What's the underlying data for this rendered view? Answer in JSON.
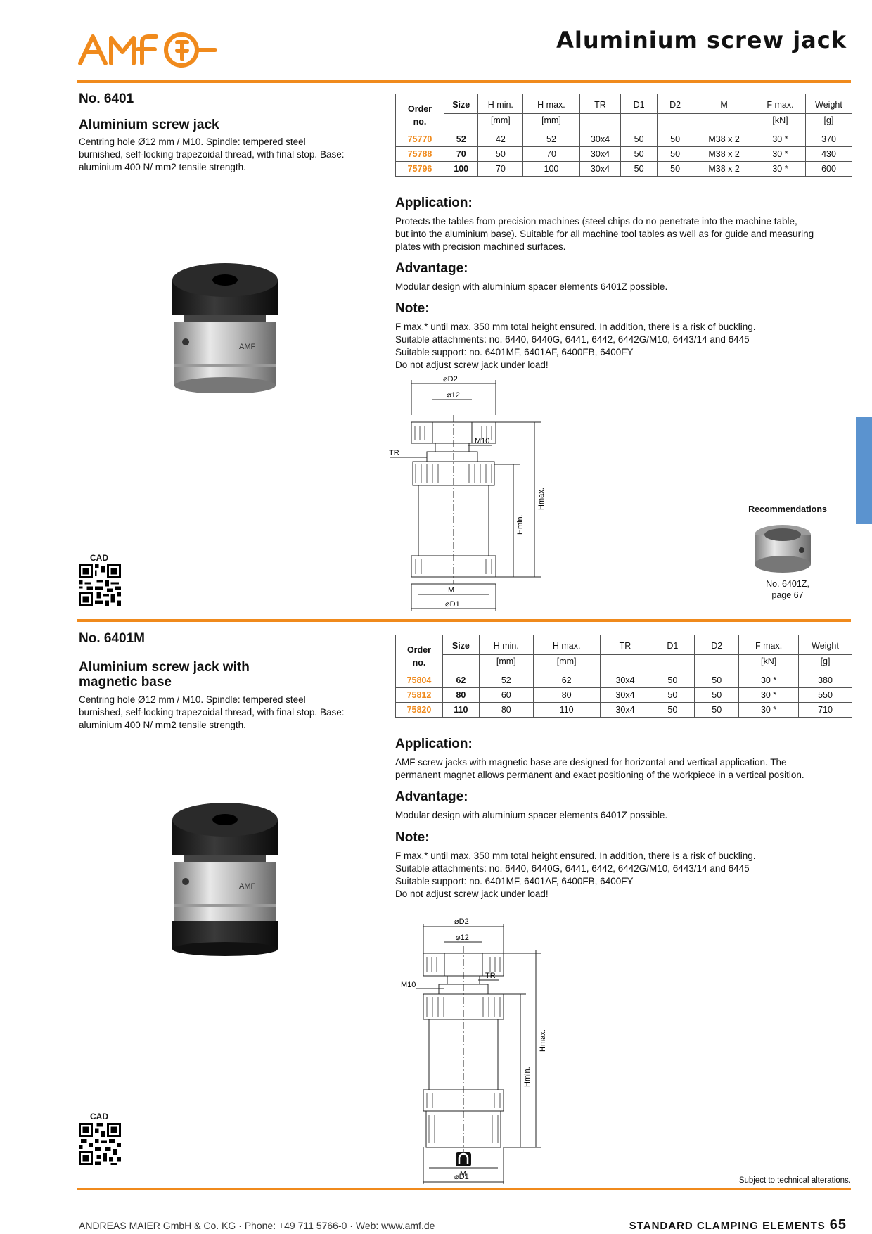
{
  "header": {
    "title": "Aluminium screw jack"
  },
  "brand": {
    "accent": "#f08a1c",
    "tab_color": "#5b93cf"
  },
  "section1": {
    "number": "No. 6401",
    "name": "Aluminium screw jack",
    "description": [
      "Centring hole Ø12 mm / M10. Spindle: tempered steel",
      "burnished, self-locking trapezoidal thread, with final stop. Base:",
      "aluminium 400 N/ mm2 tensile strength."
    ],
    "table": {
      "headers": [
        "Order no.",
        "Size",
        "H min.",
        "H max.",
        "TR",
        "D1",
        "D2",
        "M",
        "F max.",
        "Weight"
      ],
      "order_lines": [
        "Order",
        "no."
      ],
      "units": [
        "",
        "",
        "[mm]",
        "[mm]",
        "",
        "",
        "",
        "",
        "[kN]",
        "[g]"
      ],
      "rows": [
        [
          "75770",
          "52",
          "42",
          "52",
          "30x4",
          "50",
          "50",
          "M38 x 2",
          "30 *",
          "370"
        ],
        [
          "75788",
          "70",
          "50",
          "70",
          "30x4",
          "50",
          "50",
          "M38 x 2",
          "30 *",
          "430"
        ],
        [
          "75796",
          "100",
          "70",
          "100",
          "30x4",
          "50",
          "50",
          "M38 x 2",
          "30 *",
          "600"
        ]
      ]
    },
    "application_title": "Application:",
    "application": [
      "Protects the tables from precision machines (steel chips do no penetrate into the machine table,",
      "but into the aluminium base). Suitable for all machine tool tables as well as for guide and measuring",
      "plates with precision machined surfaces."
    ],
    "advantage_title": "Advantage:",
    "advantage": [
      "Modular design with aluminium spacer elements 6401Z possible."
    ],
    "note_title": "Note:",
    "note": [
      "F max.* until max. 350 mm total height ensured. In addition, there is a risk of buckling.",
      "Suitable attachments: no. 6440, 6440G, 6441, 6442, 6442G/M10, 6443/14 and 6445",
      "Suitable support: no. 6401MF, 6401AF, 6400FB, 6400FY",
      "Do not adjust screw jack under load!"
    ],
    "drawing_labels": {
      "d2": "⌀D2",
      "d12": "⌀12",
      "m10": "M10",
      "tr": "TR",
      "hmin": "Hmin.",
      "hmax": "Hmax.",
      "m": "M",
      "d1": "⌀D1"
    },
    "cad": "CAD",
    "recommendations": {
      "title": "Recommendations",
      "caption": [
        "No. 6401Z,",
        "page 67"
      ]
    }
  },
  "section2": {
    "number": "No. 6401M",
    "name": [
      "Aluminium screw jack with",
      "magnetic base"
    ],
    "description": [
      "Centring hole Ø12 mm / M10. Spindle: tempered steel",
      "burnished, self-locking trapezoidal thread, with final stop. Base:",
      "aluminium 400 N/ mm2 tensile strength."
    ],
    "table": {
      "headers": [
        "Order no.",
        "Size",
        "H min.",
        "H max.",
        "TR",
        "D1",
        "D2",
        "F max.",
        "Weight"
      ],
      "order_lines": [
        "Order",
        "no."
      ],
      "units": [
        "",
        "",
        "[mm]",
        "[mm]",
        "",
        "",
        "",
        "[kN]",
        "[g]"
      ],
      "rows": [
        [
          "75804",
          "62",
          "52",
          "62",
          "30x4",
          "50",
          "50",
          "30 *",
          "380"
        ],
        [
          "75812",
          "80",
          "60",
          "80",
          "30x4",
          "50",
          "50",
          "30 *",
          "550"
        ],
        [
          "75820",
          "110",
          "80",
          "110",
          "30x4",
          "50",
          "50",
          "30 *",
          "710"
        ]
      ]
    },
    "application_title": "Application:",
    "application": [
      "AMF screw jacks with magnetic base are designed for horizontal and vertical application. The",
      "permanent magnet allows permanent and exact positioning of the workpiece in a vertical position."
    ],
    "advantage_title": "Advantage:",
    "advantage": [
      "Modular design with aluminium spacer elements 6401Z possible."
    ],
    "note_title": "Note:",
    "note": [
      "F max.* until max. 350 mm total height ensured. In addition, there is a risk of buckling.",
      "Suitable attachments: no. 6440, 6440G, 6441, 6442, 6442G/M10, 6443/14 and 6445",
      "Suitable support: no. 6401MF, 6401AF, 6400FB, 6400FY",
      "Do not adjust screw jack under load!"
    ],
    "drawing_labels": {
      "d2": "⌀D2",
      "d12": "⌀12",
      "m10": "M10",
      "tr": "TR",
      "hmin": "Hmin.",
      "hmax": "Hmax.",
      "m": "M",
      "d1": "⌀D1"
    },
    "cad": "CAD"
  },
  "footer": {
    "subject": "Subject to technical alterations.",
    "left": "ANDREAS MAIER GmbH & Co. KG · Phone: +49 711 5766-0 · Web: www.amf.de",
    "right": "STANDARD CLAMPING ELEMENTS",
    "page": "65"
  }
}
